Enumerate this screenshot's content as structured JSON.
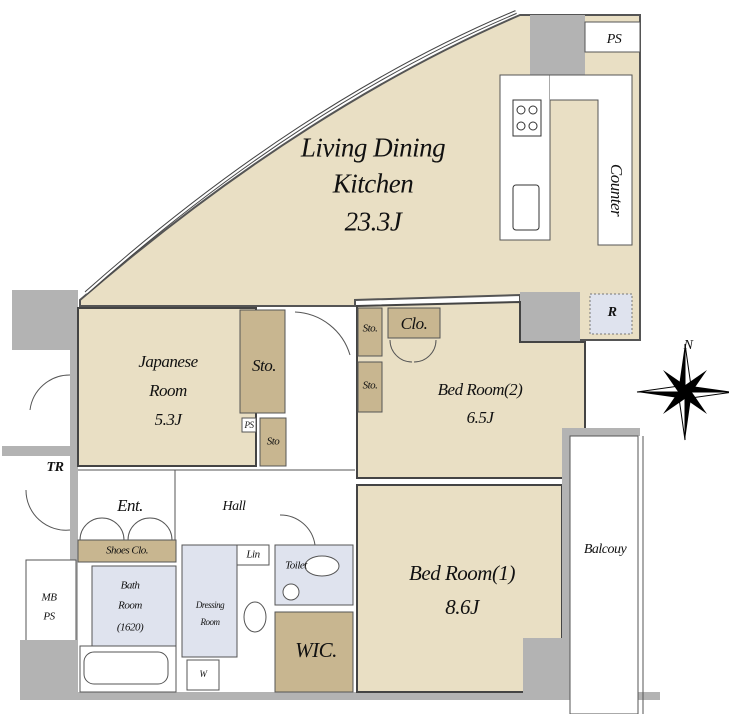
{
  "rooms": {
    "ldk": {
      "name_line1": "Living Dining",
      "name_line2": "Kitchen",
      "size": "23.3J"
    },
    "japanese": {
      "name_line1": "Japanese",
      "name_line2": "Room",
      "size": "5.3J"
    },
    "bed2": {
      "name": "Bed Room(2)",
      "size": "6.5J"
    },
    "bed1": {
      "name": "Bed Room(1)",
      "size": "8.6J"
    },
    "bath": {
      "name_line1": "Bath",
      "name_line2": "Room",
      "size": "(1620)"
    },
    "dressing": {
      "name_line1": "Dressing",
      "name_line2": "Room"
    }
  },
  "labels": {
    "counter": "Counter",
    "ps_top": "PS",
    "r": "R",
    "sto_large": "Sto.",
    "sto_small": "Sto",
    "ps_small": "PS",
    "sto_bed_1": "Sto.",
    "sto_bed_2": "Sto.",
    "clo": "Clo.",
    "tr": "TR",
    "ent": "Ent.",
    "hall": "Hall",
    "shoes_clo": "Shoes Clo.",
    "lin": "Lin",
    "toilet": "Toilet",
    "wic": "WIC.",
    "mb_ps_1": "MB",
    "mb_ps_2": "PS",
    "washer": "W",
    "balcony": "Balcouy",
    "compass_n": "N"
  },
  "colors": {
    "room": "#e9dfc4",
    "storage": "#c8b690",
    "wall": "#b3b3b3",
    "wet": "#dfe3ee"
  }
}
